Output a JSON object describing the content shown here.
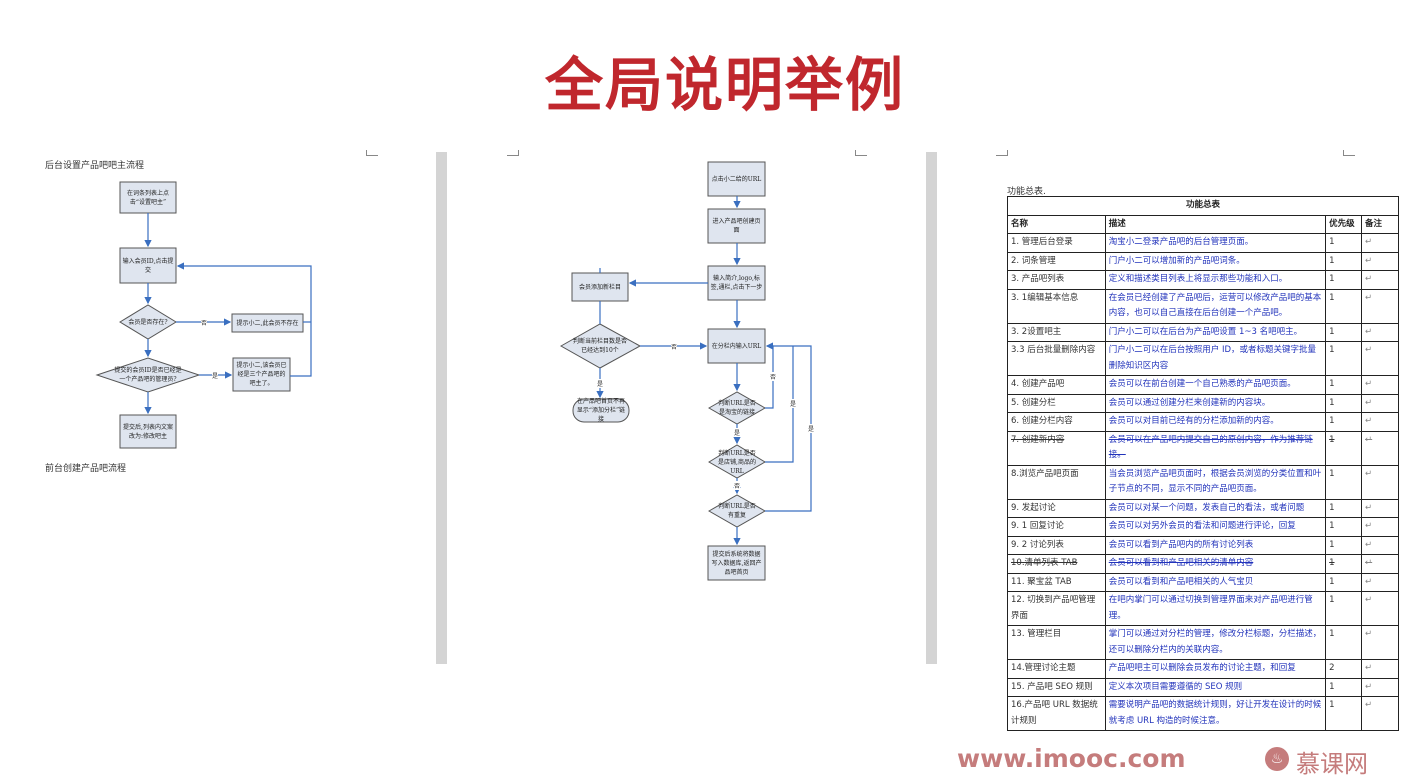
{
  "slide": {
    "title": "全局说明举例"
  },
  "doc1": {
    "heading1": "后台设置产品吧吧主流程",
    "heading2": "前台创建产品吧流程",
    "nodes": {
      "click_set_owner": "在词条列表上点击“设置吧主”",
      "input_member_id": "输入会员ID,点击提交",
      "member_exists": "会员是否存在?",
      "member_not_exist": "提示小二,此会员不存在",
      "is_already_admin": "提交的会员ID是否已经是一个产品吧的管理员?",
      "already_owner": "提示小二,该会员已经是三个产品吧的吧主了。",
      "submitted": "提交后,列表内文案改为:修改吧主"
    },
    "labels": {
      "no": "否",
      "yes": "是"
    }
  },
  "doc2": {
    "nodes": {
      "click_url": "点击小二给的URL",
      "enter_create_page": "进入产品吧创建页面",
      "input_info": "输入简介,logo,标签,通栏,点击下一步",
      "add_column": "会员添加新栏目",
      "check_column_count": "判断当前栏目数是否已经达到10个",
      "hide_add_link": "在产品吧首页不再显示“添加分栏”链接",
      "input_url": "在分栏内输入URL",
      "is_taobao": "判断URL是否是淘宝的链接",
      "is_shop_item": "判断URL是否是店铺,商品的URL",
      "is_duplicate": "判断URL是否有重复",
      "submit_save": "提交后系统将数据写入数据库,返回产品吧首页"
    },
    "labels": {
      "no": "否",
      "yes": "是"
    }
  },
  "doc3": {
    "caption": "功能总表.",
    "table": {
      "title": "功能总表",
      "headers": [
        "名称",
        "描述",
        "优先级",
        "备注"
      ],
      "rows": [
        {
          "name": "1. 管理后台登录",
          "desc": "淘宝小二登录产品吧的后台管理页面。",
          "priority": "1",
          "note": "↵"
        },
        {
          "name": "2. 词条管理",
          "desc": "门户小二可以增加新的产品吧词条。",
          "priority": "1",
          "note": "↵"
        },
        {
          "name": "3. 产品吧列表",
          "desc": "定义和描述类目列表上将显示那些功能和入口。",
          "priority": "1",
          "note": "↵"
        },
        {
          "name": "3. 1编辑基本信息",
          "desc": "在会员已经创建了产品吧后，运营可以修改产品吧的基本内容，也可以自己直接在后台创建一个产品吧。",
          "priority": "1",
          "note": "↵"
        },
        {
          "name": "3. 2设置吧主",
          "desc": "门户小二可以在后台为产品吧设置 1~3 名吧吧主。",
          "priority": "1",
          "note": "↵"
        },
        {
          "name": "3.3 后台批量删除内容",
          "desc": "门户小二可以在后台按照用户 ID，或者标题关键字批量删除知识区内容",
          "priority": "1",
          "note": "↵"
        },
        {
          "name": "4. 创建产品吧",
          "desc": "会员可以在前台创建一个自己熟悉的产品吧页面。",
          "priority": "1",
          "note": "↵"
        },
        {
          "name": "5. 创建分栏",
          "desc": "会员可以通过创建分栏来创建新的内容块。",
          "priority": "1",
          "note": "↵"
        },
        {
          "name": "6. 创建分栏内容",
          "desc": "会员可以对目前已经有的分栏添加新的内容。",
          "priority": "1",
          "note": "↵"
        },
        {
          "name": "7. 创建新内容",
          "desc": "会员可以在产品吧内提交自己的原创内容，作为推荐链接。",
          "priority": "1",
          "note": "↵",
          "struck": true
        },
        {
          "name": "8.浏览产品吧页面",
          "desc": "当会员浏览产品吧页面时，根据会员浏览的分类位置和叶子节点的不同，显示不同的产品吧页面。",
          "priority": "1",
          "note": "↵"
        },
        {
          "name": "9. 发起讨论",
          "desc": "会员可以对某一个问题，发表自己的看法，或者问题",
          "priority": "1",
          "note": "↵"
        },
        {
          "name": "9. 1 回复讨论",
          "desc": "会员可以对另外会员的看法和问题进行评论，回复",
          "priority": "1",
          "note": "↵"
        },
        {
          "name": "9. 2 讨论列表",
          "desc": "会员可以看到产品吧内的所有讨论列表",
          "priority": "1",
          "note": "↵"
        },
        {
          "name": "10.清单列表 TAB",
          "desc": "会员可以看到和产品吧相关的清单内容",
          "priority": "1",
          "note": "↵",
          "struck": true
        },
        {
          "name": "11. 聚宝盆 TAB",
          "desc": "会员可以看到和产品吧相关的人气宝贝",
          "priority": "1",
          "note": "↵"
        },
        {
          "name": "12. 切换到产品吧管理界面",
          "desc": "在吧内掌门可以通过切换到管理界面来对产品吧进行管理。",
          "priority": "1",
          "note": "↵"
        },
        {
          "name": "13. 管理栏目",
          "desc": "掌门可以通过对分栏的管理，修改分栏标题，分栏描述，还可以删除分栏内的关联内容。",
          "priority": "1",
          "note": "↵"
        },
        {
          "name": "14.管理讨论主题",
          "desc": "产品吧吧主可以删除会员发布的讨论主题，和回复",
          "priority": "2",
          "note": "↵"
        },
        {
          "name": "15. 产品吧 SEO 规则",
          "desc": "定义本次项目需要遵循的 SEO 规则",
          "priority": "1",
          "note": "↵"
        },
        {
          "name": "16.产品吧 URL 数据统计规则",
          "desc": "需要说明产品吧的数据统计规则，好让开发在设计的时候就考虑 URL 构造的时候注意。",
          "priority": "1",
          "note": "↵"
        }
      ]
    }
  },
  "watermark": {
    "url": "www.imooc.com",
    "brand": "慕课网"
  },
  "colors": {
    "title": "#c0272d",
    "flow_line": "#3a6fc0",
    "node_fill": "#dfe5ef",
    "table_text": "#2233bb",
    "watermark": "#c57c7c"
  }
}
